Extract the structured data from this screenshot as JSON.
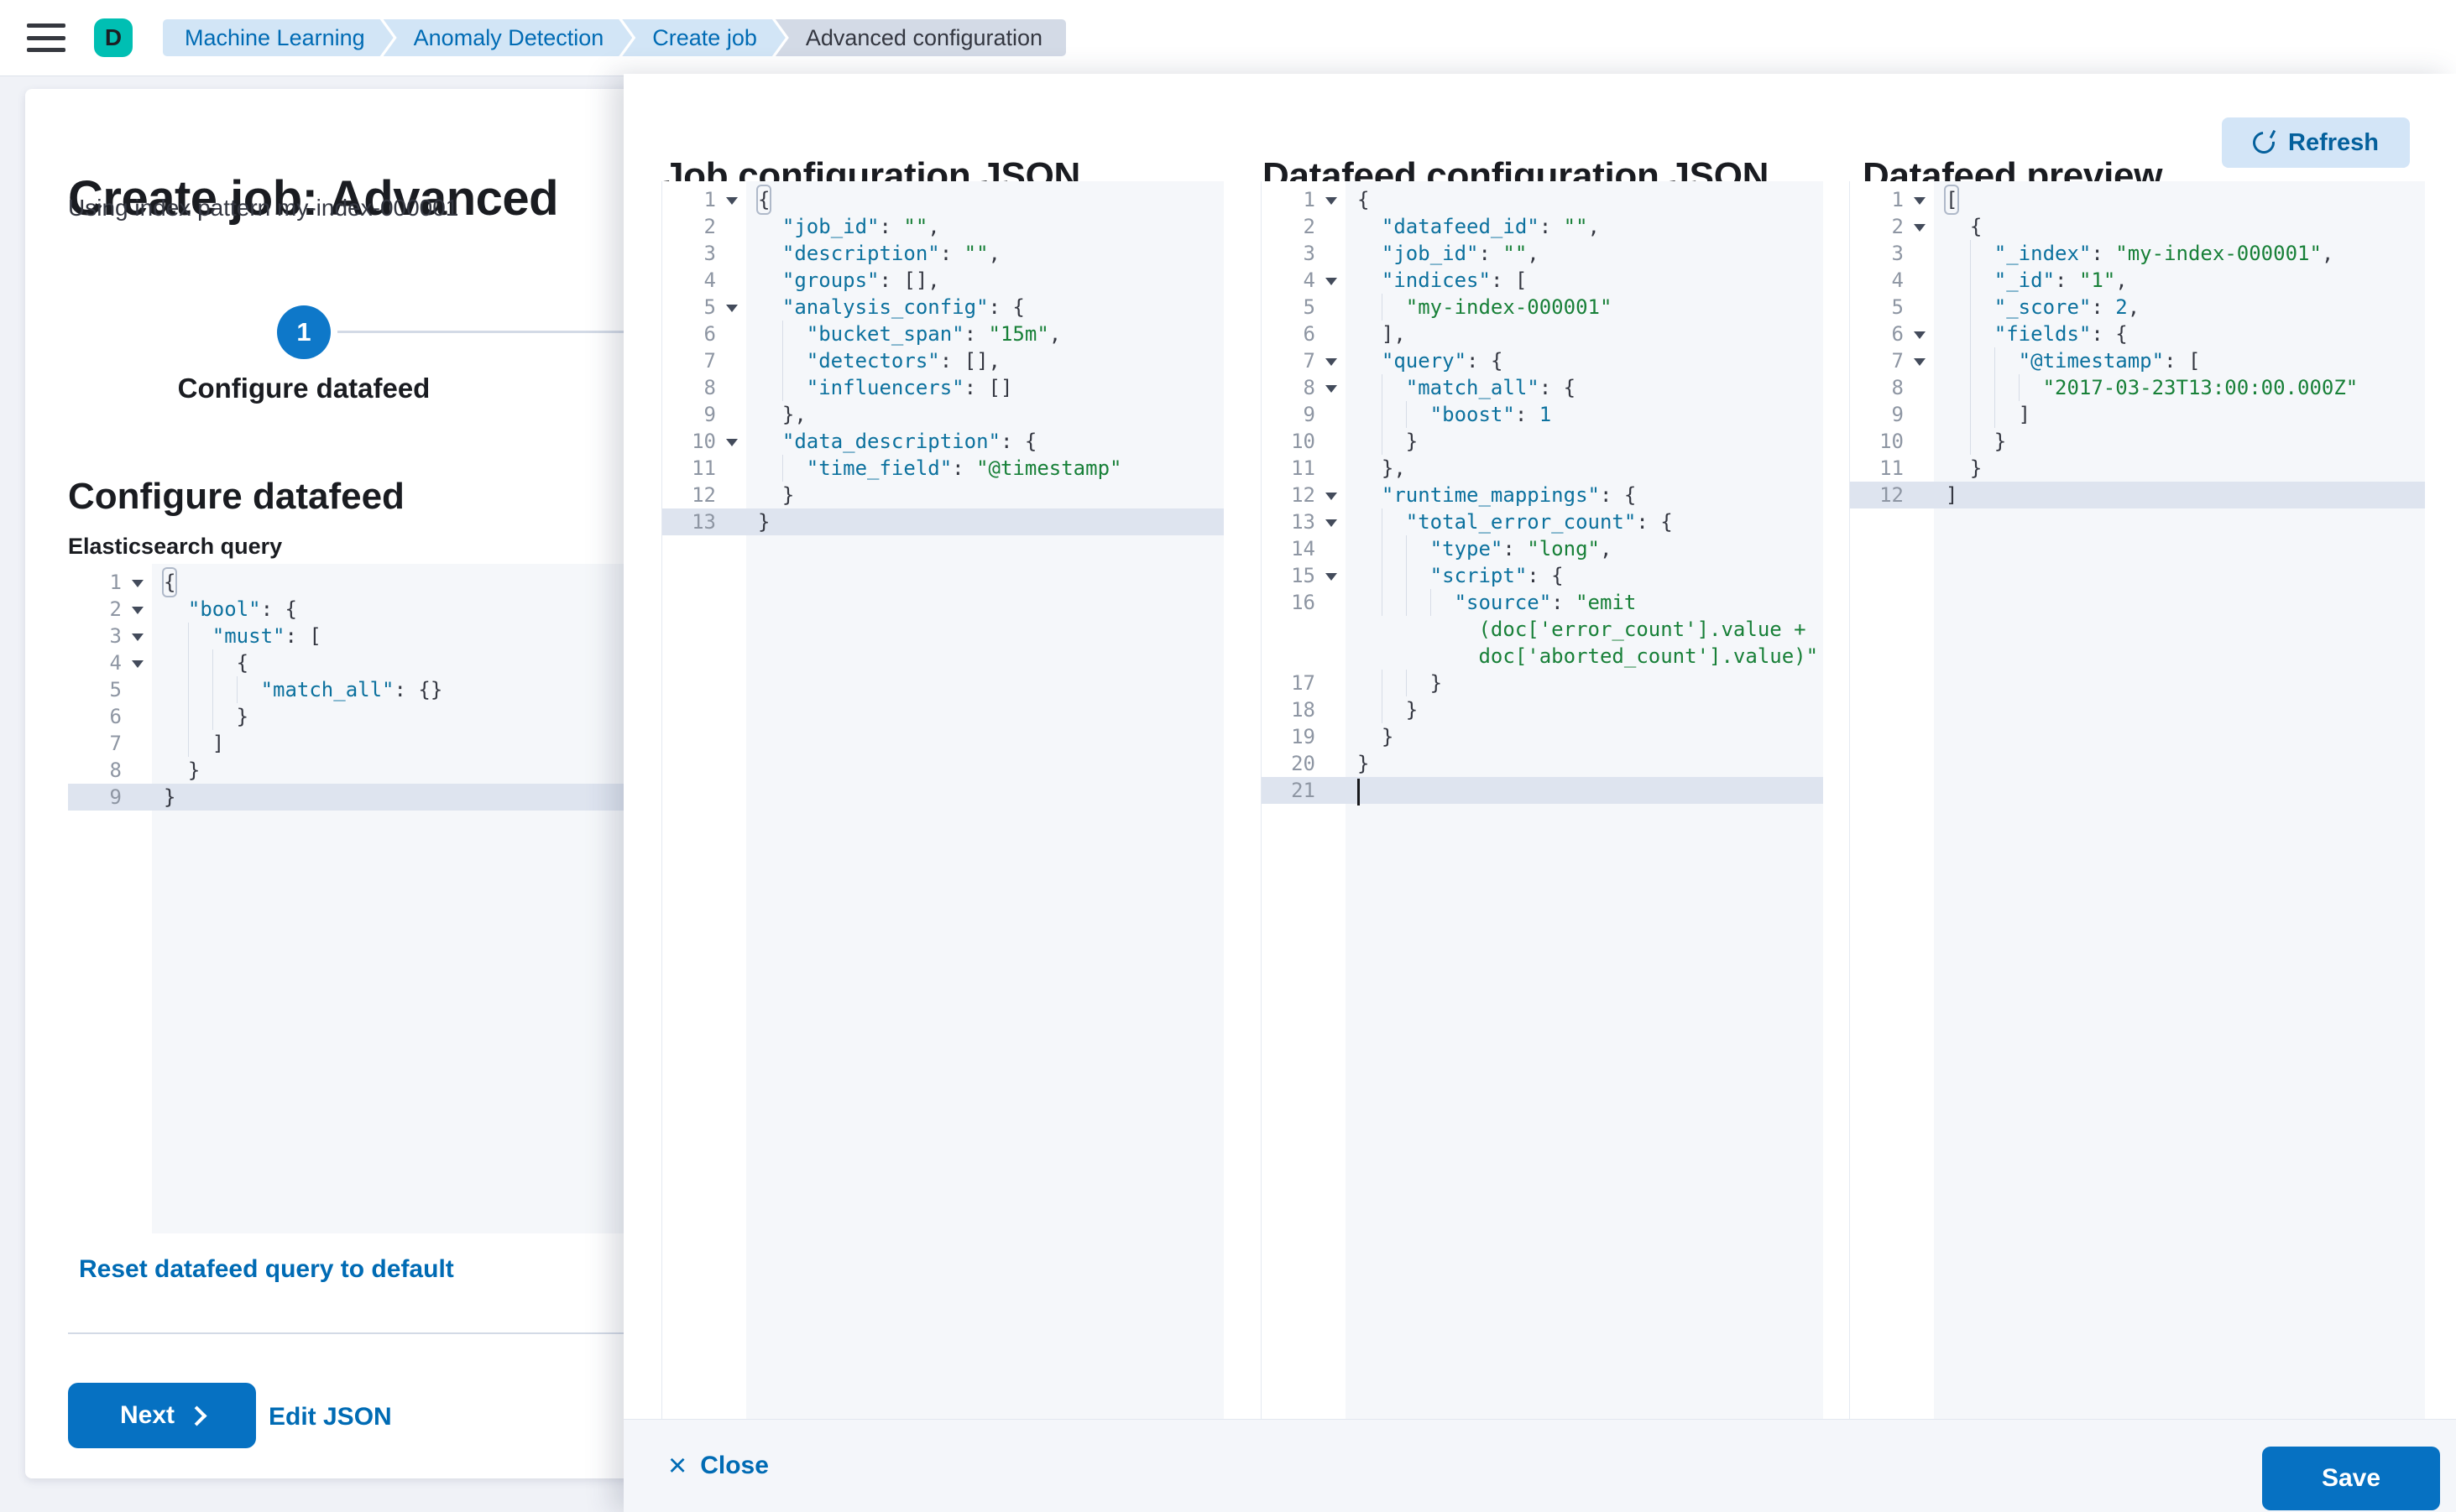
{
  "topbar": {
    "avatar_initial": "D",
    "breadcrumbs": [
      {
        "label": "Machine Learning",
        "current": false
      },
      {
        "label": "Anomaly Detection",
        "current": false
      },
      {
        "label": "Create job",
        "current": false
      },
      {
        "label": "Advanced configuration",
        "current": true
      }
    ]
  },
  "left_panel": {
    "title": "Create job: Advanced",
    "subtitle": "Using index pattern my-index-000001",
    "step": {
      "number": "1",
      "label": "Configure datafeed"
    },
    "section_heading": "Configure datafeed",
    "query_label": "Elasticsearch query",
    "reset_link": "Reset datafeed query to default",
    "next_button": "Next",
    "edit_json_link": "Edit JSON"
  },
  "flyout": {
    "job_heading": "Job configuration JSON",
    "datafeed_heading": "Datafeed configuration JSON",
    "preview_heading": "Datafeed preview",
    "refresh_button": "Refresh",
    "close_button": "Close",
    "save_button": "Save"
  },
  "colors": {
    "primary_button": "#0671C2",
    "link": "#006BB4",
    "avatar": "#00BFB3",
    "breadcrumb_bg": "#D2E5F6",
    "breadcrumb_current_bg": "#D3DAE6",
    "editor_bg": "#F5F7FA",
    "active_line_bg": "#DEE4EF",
    "json_key": "#0C719E",
    "json_string": "#188038",
    "json_number": "#0C719E"
  },
  "editors": {
    "es_query": {
      "lines": [
        {
          "n": 1,
          "f": true,
          "b": true,
          "t": [
            [
              "p",
              "{"
            ]
          ]
        },
        {
          "n": 2,
          "f": true,
          "i": 2,
          "g": 0,
          "t": [
            [
              "k",
              "\"bool\""
            ],
            [
              "p",
              ": {"
            ]
          ]
        },
        {
          "n": 3,
          "f": true,
          "i": 4,
          "g": 1,
          "t": [
            [
              "k",
              "\"must\""
            ],
            [
              "p",
              ": ["
            ]
          ]
        },
        {
          "n": 4,
          "f": true,
          "i": 6,
          "g": 2,
          "t": [
            [
              "p",
              "{"
            ]
          ]
        },
        {
          "n": 5,
          "i": 8,
          "g": 3,
          "t": [
            [
              "k",
              "\"match_all\""
            ],
            [
              "p",
              ": {}"
            ]
          ]
        },
        {
          "n": 6,
          "i": 6,
          "g": 2,
          "t": [
            [
              "p",
              "}"
            ]
          ]
        },
        {
          "n": 7,
          "i": 4,
          "g": 1,
          "t": [
            [
              "p",
              "]"
            ]
          ]
        },
        {
          "n": 8,
          "i": 2,
          "g": 0,
          "t": [
            [
              "p",
              "}"
            ]
          ]
        },
        {
          "n": 9,
          "a": true,
          "t": [
            [
              "p",
              "}"
            ]
          ]
        }
      ]
    },
    "job": {
      "lines": [
        {
          "n": 1,
          "f": true,
          "b": true,
          "t": [
            [
              "p",
              "{"
            ]
          ]
        },
        {
          "n": 2,
          "i": 2,
          "g": 0,
          "t": [
            [
              "k",
              "\"job_id\""
            ],
            [
              "p",
              ": "
            ],
            [
              "s",
              "\"\""
            ],
            [
              "p",
              ","
            ]
          ]
        },
        {
          "n": 3,
          "i": 2,
          "g": 0,
          "t": [
            [
              "k",
              "\"description\""
            ],
            [
              "p",
              ": "
            ],
            [
              "s",
              "\"\""
            ],
            [
              "p",
              ","
            ]
          ]
        },
        {
          "n": 4,
          "i": 2,
          "g": 0,
          "t": [
            [
              "k",
              "\"groups\""
            ],
            [
              "p",
              ": [],"
            ]
          ]
        },
        {
          "n": 5,
          "f": true,
          "i": 2,
          "g": 0,
          "t": [
            [
              "k",
              "\"analysis_config\""
            ],
            [
              "p",
              ": {"
            ]
          ]
        },
        {
          "n": 6,
          "i": 4,
          "g": 1,
          "t": [
            [
              "k",
              "\"bucket_span\""
            ],
            [
              "p",
              ": "
            ],
            [
              "s",
              "\"15m\""
            ],
            [
              "p",
              ","
            ]
          ]
        },
        {
          "n": 7,
          "i": 4,
          "g": 1,
          "t": [
            [
              "k",
              "\"detectors\""
            ],
            [
              "p",
              ": [],"
            ]
          ]
        },
        {
          "n": 8,
          "i": 4,
          "g": 1,
          "t": [
            [
              "k",
              "\"influencers\""
            ],
            [
              "p",
              ": []"
            ]
          ]
        },
        {
          "n": 9,
          "i": 2,
          "g": 0,
          "t": [
            [
              "p",
              "},"
            ]
          ]
        },
        {
          "n": 10,
          "f": true,
          "i": 2,
          "g": 0,
          "t": [
            [
              "k",
              "\"data_description\""
            ],
            [
              "p",
              ": {"
            ]
          ]
        },
        {
          "n": 11,
          "i": 4,
          "g": 1,
          "t": [
            [
              "k",
              "\"time_field\""
            ],
            [
              "p",
              ": "
            ],
            [
              "s",
              "\"@timestamp\""
            ]
          ]
        },
        {
          "n": 12,
          "i": 2,
          "g": 0,
          "t": [
            [
              "p",
              "}"
            ]
          ]
        },
        {
          "n": 13,
          "a": true,
          "t": [
            [
              "p",
              "}"
            ]
          ]
        }
      ]
    },
    "datafeed": {
      "lines": [
        {
          "n": 1,
          "f": true,
          "t": [
            [
              "p",
              "{"
            ]
          ]
        },
        {
          "n": 2,
          "i": 2,
          "g": 0,
          "t": [
            [
              "k",
              "\"datafeed_id\""
            ],
            [
              "p",
              ": "
            ],
            [
              "s",
              "\"\""
            ],
            [
              "p",
              ","
            ]
          ]
        },
        {
          "n": 3,
          "i": 2,
          "g": 0,
          "t": [
            [
              "k",
              "\"job_id\""
            ],
            [
              "p",
              ": "
            ],
            [
              "s",
              "\"\""
            ],
            [
              "p",
              ","
            ]
          ]
        },
        {
          "n": 4,
          "f": true,
          "i": 2,
          "g": 0,
          "t": [
            [
              "k",
              "\"indices\""
            ],
            [
              "p",
              ": ["
            ]
          ]
        },
        {
          "n": 5,
          "i": 4,
          "g": 1,
          "t": [
            [
              "s",
              "\"my-index-000001\""
            ]
          ]
        },
        {
          "n": 6,
          "i": 2,
          "g": 0,
          "t": [
            [
              "p",
              "],"
            ]
          ]
        },
        {
          "n": 7,
          "f": true,
          "i": 2,
          "g": 0,
          "t": [
            [
              "k",
              "\"query\""
            ],
            [
              "p",
              ": {"
            ]
          ]
        },
        {
          "n": 8,
          "f": true,
          "i": 4,
          "g": 1,
          "t": [
            [
              "k",
              "\"match_all\""
            ],
            [
              "p",
              ": {"
            ]
          ]
        },
        {
          "n": 9,
          "i": 6,
          "g": 2,
          "t": [
            [
              "k",
              "\"boost\""
            ],
            [
              "p",
              ": "
            ],
            [
              "m",
              "1"
            ]
          ]
        },
        {
          "n": 10,
          "i": 4,
          "g": 1,
          "t": [
            [
              "p",
              "}"
            ]
          ]
        },
        {
          "n": 11,
          "i": 2,
          "g": 0,
          "t": [
            [
              "p",
              "},"
            ]
          ]
        },
        {
          "n": 12,
          "f": true,
          "i": 2,
          "g": 0,
          "t": [
            [
              "k",
              "\"runtime_mappings\""
            ],
            [
              "p",
              ": {"
            ]
          ]
        },
        {
          "n": 13,
          "f": true,
          "i": 4,
          "g": 1,
          "t": [
            [
              "k",
              "\"total_error_count\""
            ],
            [
              "p",
              ": {"
            ]
          ]
        },
        {
          "n": 14,
          "i": 6,
          "g": 2,
          "t": [
            [
              "k",
              "\"type\""
            ],
            [
              "p",
              ": "
            ],
            [
              "s",
              "\"long\""
            ],
            [
              "p",
              ","
            ]
          ]
        },
        {
          "n": 15,
          "f": true,
          "i": 6,
          "g": 2,
          "t": [
            [
              "k",
              "\"script\""
            ],
            [
              "p",
              ": {"
            ]
          ]
        },
        {
          "n": 16,
          "i": 8,
          "g": 3,
          "t": [
            [
              "k",
              "\"source\""
            ],
            [
              "p",
              ": "
            ],
            [
              "s",
              "\"emit"
            ]
          ]
        },
        {
          "w": 10,
          "t": [
            [
              "s",
              "(doc['error_count'].value +"
            ]
          ]
        },
        {
          "w": 10,
          "t": [
            [
              "s",
              "doc['aborted_count'].value)\""
            ]
          ]
        },
        {
          "n": 17,
          "i": 6,
          "g": 2,
          "t": [
            [
              "p",
              "}"
            ]
          ]
        },
        {
          "n": 18,
          "i": 4,
          "g": 1,
          "t": [
            [
              "p",
              "}"
            ]
          ]
        },
        {
          "n": 19,
          "i": 2,
          "g": 0,
          "t": [
            [
              "p",
              "}"
            ]
          ]
        },
        {
          "n": 20,
          "t": [
            [
              "p",
              "}"
            ]
          ]
        },
        {
          "n": 21,
          "a": true,
          "c": true,
          "t": []
        }
      ]
    },
    "preview": {
      "lines": [
        {
          "n": 1,
          "f": true,
          "b": true,
          "t": [
            [
              "p",
              "["
            ]
          ]
        },
        {
          "n": 2,
          "f": true,
          "i": 2,
          "g": 0,
          "t": [
            [
              "p",
              "{"
            ]
          ]
        },
        {
          "n": 3,
          "i": 4,
          "g": 1,
          "t": [
            [
              "k",
              "\"_index\""
            ],
            [
              "p",
              ": "
            ],
            [
              "s",
              "\"my-index-000001\""
            ],
            [
              "p",
              ","
            ]
          ]
        },
        {
          "n": 4,
          "i": 4,
          "g": 1,
          "t": [
            [
              "k",
              "\"_id\""
            ],
            [
              "p",
              ": "
            ],
            [
              "s",
              "\"1\""
            ],
            [
              "p",
              ","
            ]
          ]
        },
        {
          "n": 5,
          "i": 4,
          "g": 1,
          "t": [
            [
              "k",
              "\"_score\""
            ],
            [
              "p",
              ": "
            ],
            [
              "m",
              "2"
            ],
            [
              "p",
              ","
            ]
          ]
        },
        {
          "n": 6,
          "f": true,
          "i": 4,
          "g": 1,
          "t": [
            [
              "k",
              "\"fields\""
            ],
            [
              "p",
              ": {"
            ]
          ]
        },
        {
          "n": 7,
          "f": true,
          "i": 6,
          "g": 2,
          "t": [
            [
              "k",
              "\"@timestamp\""
            ],
            [
              "p",
              ": ["
            ]
          ]
        },
        {
          "n": 8,
          "i": 8,
          "g": 3,
          "t": [
            [
              "s",
              "\"2017-03-23T13:00:00.000Z\""
            ]
          ]
        },
        {
          "n": 9,
          "i": 6,
          "g": 2,
          "t": [
            [
              "p",
              "]"
            ]
          ]
        },
        {
          "n": 10,
          "i": 4,
          "g": 1,
          "t": [
            [
              "p",
              "}"
            ]
          ]
        },
        {
          "n": 11,
          "i": 2,
          "g": 0,
          "t": [
            [
              "p",
              "}"
            ]
          ]
        },
        {
          "n": 12,
          "a": true,
          "t": [
            [
              "p",
              "]"
            ]
          ]
        }
      ]
    }
  }
}
